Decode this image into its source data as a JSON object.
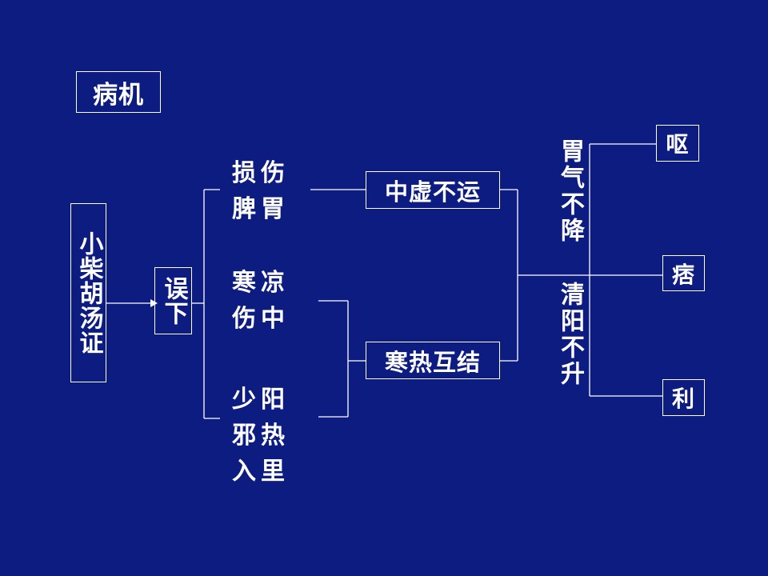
{
  "title": "病机",
  "source": "小柴胡汤证",
  "cause": "误下",
  "branches": {
    "top": "损伤\n脾胃",
    "mid": "寒凉\n伤中",
    "bottom": "少阳\n邪热\n入里"
  },
  "middle": {
    "upper": "中虚不运",
    "lower": "寒热互结"
  },
  "mechanisms": {
    "upper": "胃气不降",
    "lower": "清阳不升"
  },
  "results": {
    "vomit": "呕",
    "pi": "痞",
    "diarrhea": "利"
  }
}
